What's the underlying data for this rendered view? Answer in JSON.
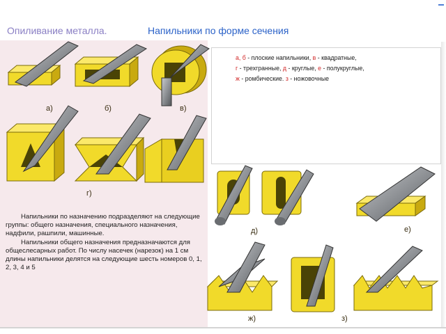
{
  "header": {
    "title_left": "Опиливание металла.",
    "title_right": "Напильники по форме сечения"
  },
  "legend": {
    "line1_a": "а, б",
    "line1_b": " - плоские напильники, ",
    "line1_c": "в",
    "line1_d": " - квадратные,",
    "line2_a": "г",
    "line2_b": " - трехгранные, ",
    "line2_c": "д",
    "line2_d": " - круглые, ",
    "line2_e": "е",
    "line2_f": " - полукруглые,",
    "line3_a": "ж",
    "line3_b": " - ромбические. ",
    "line3_c": "з",
    "line3_d": " - ножовочные"
  },
  "labels": {
    "a": "а)",
    "b": "б)",
    "v": "в)",
    "g": "г)",
    "d": "д)",
    "e": "е)",
    "zh": "ж)",
    "z": "з)"
  },
  "text": {
    "p1": "Напильники по назначению подразделяют на следующие группы: общего назначения, специального назначения, надфили, рашпили, машинные.",
    "p2": "Напильники общего назначения предназначаются для общеслесарных работ. По числу насечек (нарезок) на 1 см длины напильники делятся на следующие  шесть номеров 0, 1, 2, 3, 4 и 5"
  },
  "colors": {
    "title_left": "#8a7fc4",
    "title_right": "#2b62c8",
    "legend_letters": "#d22a2a",
    "yellow": "#f1da2a",
    "steel": "#8f9296"
  }
}
